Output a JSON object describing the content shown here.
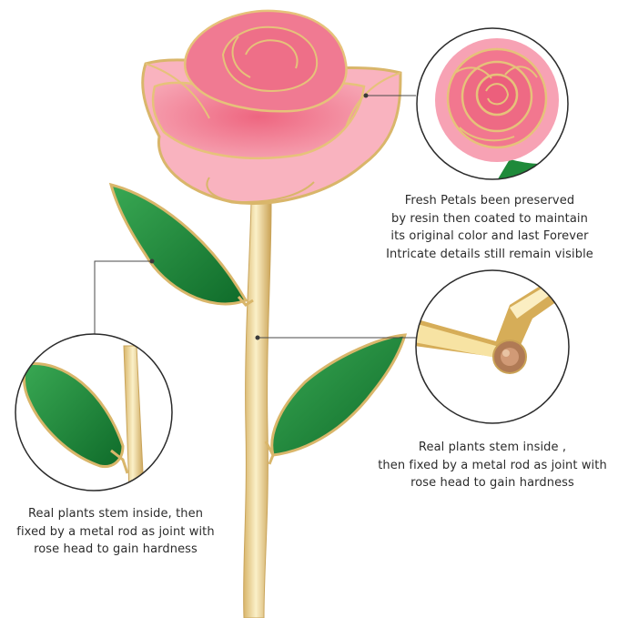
{
  "captions": {
    "petals": [
      "Fresh Petals been preserved",
      "by resin then coated to maintain",
      "its original color and last Forever",
      "Intricate details still remain visible"
    ],
    "right_stem": [
      "Real plants stem inside ,",
      "then fixed by a metal rod as joint with",
      "rose head to gain hardness"
    ],
    "left_stem": [
      "Real plants stem inside, then",
      "fixed by a metal rod as joint with",
      "rose head to gain hardness"
    ]
  },
  "colors": {
    "petal_pink": "#f2778f",
    "petal_light": "#f9b3bf",
    "gold_edge": "#d9b66a",
    "leaf_green": "#1f8a3a",
    "stem_gold": "#e8cf8c",
    "callout_line": "#4a4a4a"
  }
}
